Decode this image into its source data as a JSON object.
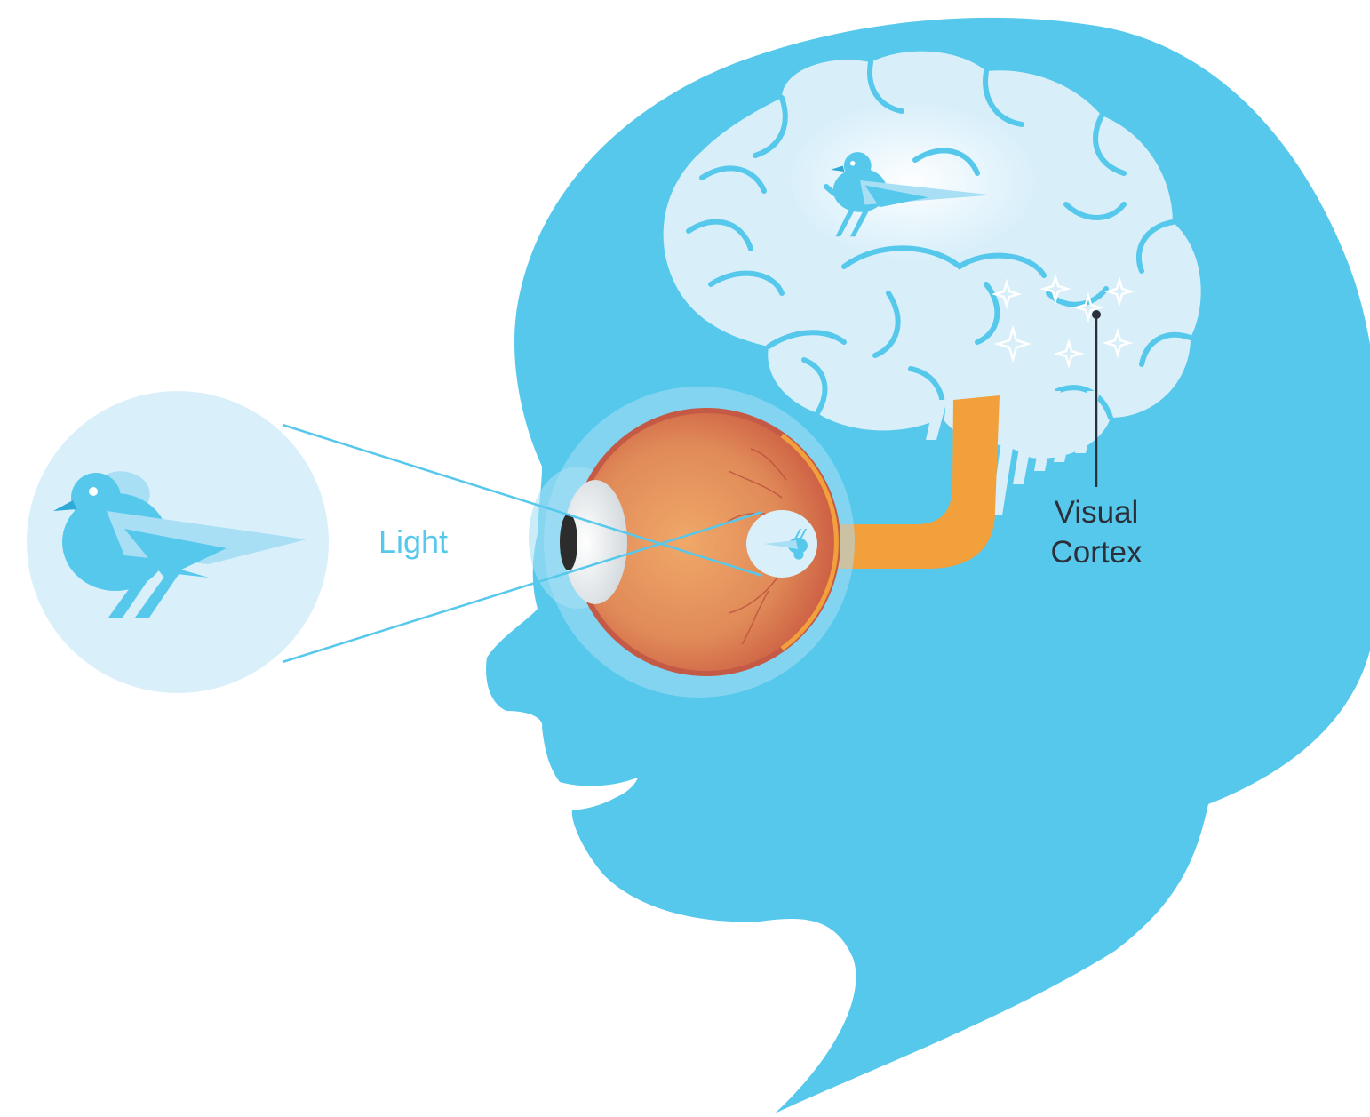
{
  "labels": {
    "light": "Light",
    "cortex_line1": "Visual",
    "cortex_line2": "Cortex"
  },
  "colors": {
    "head": "#56c8ec",
    "brain": "#d8effa",
    "brain_outline": "#56c8ec",
    "bird": "#56c8ec",
    "bird_light": "#a9dff5",
    "object_circle": "#d9f0fa",
    "eyeball": "#e39a63",
    "eyeball_rim": "#c45a45",
    "optic_nerve": "#f2a03c",
    "light_ray": "#56c8ec",
    "label_light": "#56c8ec",
    "label_cortex": "#2b2f3a"
  },
  "icons": {
    "object": "bird-icon",
    "retina_image": "inverted-bird-icon",
    "brain_image": "bird-icon",
    "cortex_activity": "sparkle-icon"
  }
}
